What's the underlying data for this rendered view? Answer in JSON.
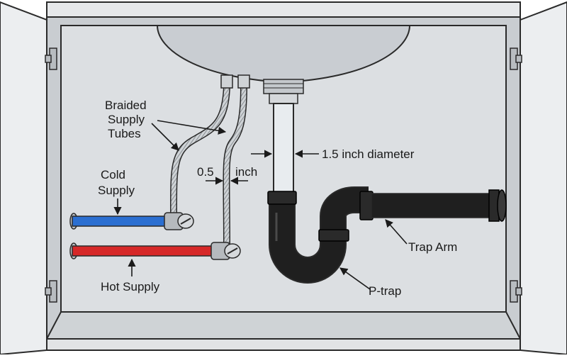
{
  "labels": {
    "supply_tubes": [
      "Braided",
      "Supply",
      "Tubes"
    ],
    "tube_diameter": [
      "0.5",
      "inch"
    ],
    "drain_diameter": "1.5 inch diameter",
    "cold_supply": [
      "Cold",
      "Supply"
    ],
    "hot_supply": "Hot Supply",
    "trap_arm": "Trap Arm",
    "p_trap": "P-trap"
  },
  "colors": {
    "cabinet_wall": "#dcdfe2",
    "cabinet_frame": "#c9cdd1",
    "cabinet_door": "#eceef0",
    "cold_pipe": "#2b6fd1",
    "hot_pipe": "#d62828",
    "drain_pipe": "#1f1f1f",
    "tailpiece": "#e8ecef",
    "sink_basin": "#c9cdd2",
    "outline": "#2a2a2a"
  },
  "icons": {
    "hinge": "hinge-icon",
    "valve": "shutoff-valve-icon",
    "arrow": "pointer-arrow-icon"
  }
}
